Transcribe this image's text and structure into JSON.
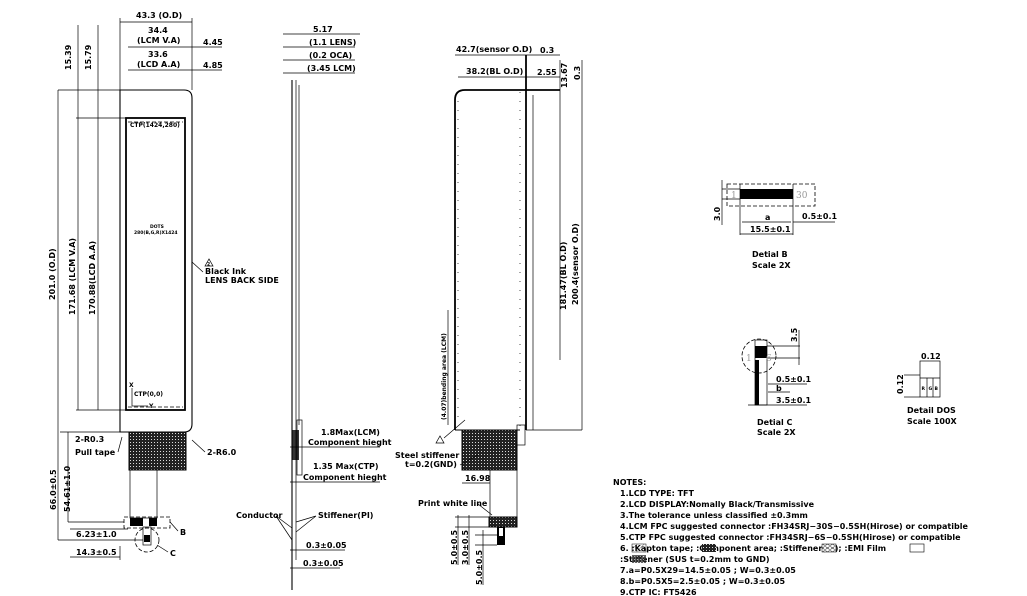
{
  "front_view": {
    "dim_od_width": "43.3 (O.D)",
    "dim_lcm_va_width": "34.4",
    "dim_lcm_va_label": "(LCM V.A)",
    "dim_lcd_aa_width": "33.6",
    "dim_lcd_aa_label": "(LCD A.A)",
    "dim_right_445": "4.45",
    "dim_right_485": "4.85",
    "dim_top_1539": "15.39",
    "dim_top_1579": "15.79",
    "dim_od_height": "201.0 (O.D)",
    "dim_lcm_va_height": "171.68 (LCM V.A)",
    "dim_lcd_aa_height": "170.88(LCD A.A)",
    "ctp_top": "CTP(1424,280)",
    "dots_title": "DOTS",
    "dots_value": "280(B,G,R)X1424",
    "black_ink": "Black Ink",
    "lens_back_side": "LENS BACK SIDE",
    "ctp_origin": "CTP(0,0)",
    "axis_x": "X",
    "axis_y": "Y",
    "radius_small": "2-R0.3",
    "pull_tape": "Pull tape",
    "radius_large": "2-R6.0",
    "dim_fpc_length": "66.0±0.5",
    "dim_fpc_54": "54.61±1.0",
    "dim_623": "6.23±1.0",
    "dim_143": "14.3±0.5",
    "detail_b_ref": "B",
    "detail_c_ref": "C",
    "rev_mark": "2"
  },
  "side_view": {
    "dim_total": "5.17",
    "lens": "(1.1 LENS)",
    "oca": "(0.2 OCA)",
    "lcm": "(3.45 LCM)",
    "lcm_component": "1.8Max(LCM)",
    "lcm_component_2": "Component hieght",
    "ctp_component": "1.35 Max(CTP)",
    "ctp_component_2": "Component hieght",
    "conductor": "Conductor",
    "stiffener": "Stiffener(PI)",
    "thk_1": "0.3±0.05",
    "thk_2": "0.3±0.05"
  },
  "back_view": {
    "sensor_od": "42.7(sensor O.D)",
    "dim_03": "0.3",
    "bl_od": "38.2(BL O.D)",
    "dim_255": "2.55",
    "dim_1367": "13.67",
    "dim_03_v": "0.3",
    "bl_od_h": "181.47(BL O.D)",
    "sensor_od_h": "200.4(sensor O.D)",
    "bending": "(4.07)bending area (LCM)",
    "steel_stiffener": "Steel stiffener",
    "steel_t": "t=0.2(GND)",
    "dim_1698": "16.98",
    "print_white_line": "Print white line",
    "dim_5a": "5.0±0.5",
    "dim_3": "3.0±0.5",
    "dim_5b": "5.0±0.5"
  },
  "detail_b": {
    "pin_1": "1",
    "pin_30": "30",
    "dim_h": "3.0",
    "dim_a": "a",
    "dim_05": "0.5±0.1",
    "dim_155": "15.5±0.1",
    "title": "Detial  B",
    "scale": "Scale  2X"
  },
  "detail_c": {
    "pin_1": "1",
    "pin_6": "6",
    "dim_35": "3.5",
    "dim_05": "0.5±0.1",
    "dim_b": "b",
    "dim_35w": "3.5±0.1",
    "title": "Detial  C",
    "scale": "Scale  2X"
  },
  "detail_dos": {
    "dim_w": "0.12",
    "dim_h": "0.12",
    "r": "R",
    "g": "G",
    "b": "B",
    "title": "Detail  DOS",
    "scale": "Scale  100X"
  },
  "notes": {
    "title": "NOTES:",
    "lines": [
      "1.LCD  TYPE:  TFT",
      "2.LCD  DISPLAY:Nomally  Black/Transmissive",
      "3.The  tolerance  unless  classified  ±0.3mm",
      "4.LCM  FPC  suggested  connector  :FH34SRJ−30S−0.5SH(Hirose)    or  compatible",
      "5.CTP  FPC  suggested  connector  :FH34SRJ−6S−0.5SH(Hirose)  or  compatible",
      "6.       :Kapton tape;       :Component area;       :Stiffener(PI);       :EMI Film",
      "       :Stiffener  (SUS  t=0.2mm  to  GND)",
      "7.a=P0.5X29=14.5±0.05  ;  W=0.3±0.05",
      "8.b=P0.5X5=2.5±0.05  ;  W=0.3±0.05",
      "9.CTP  IC:  FT5426"
    ]
  }
}
